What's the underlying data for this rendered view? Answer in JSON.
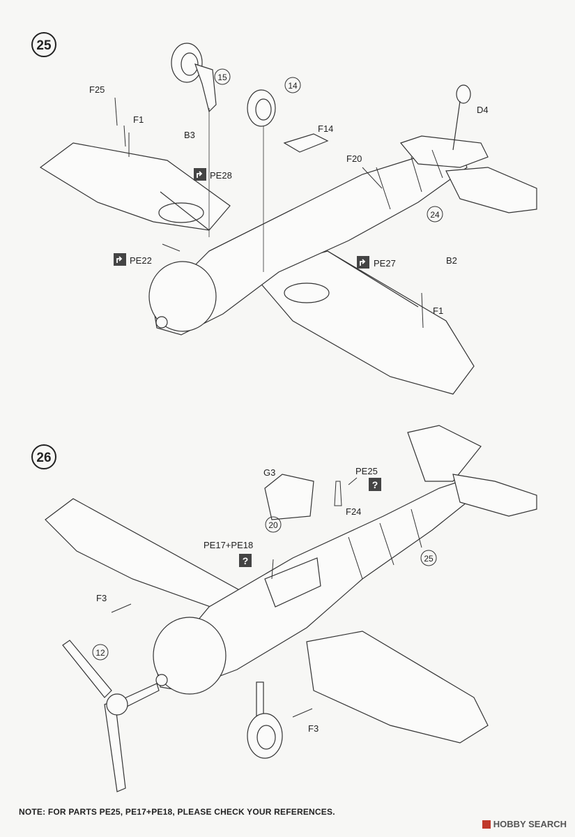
{
  "steps": [
    {
      "number": "25",
      "parts": {
        "f25": "F25",
        "f1_left": "F1",
        "b3": "B3",
        "pe28": "PE28",
        "callout_15": "15",
        "callout_14": "14",
        "f14": "F14",
        "d4": "D4",
        "f20": "F20",
        "callout_24": "24",
        "pe22": "PE22",
        "pe27": "PE27",
        "b2": "B2",
        "f1_right": "F1"
      }
    },
    {
      "number": "26",
      "parts": {
        "g3": "G3",
        "pe25": "PE25",
        "question_1": "?",
        "f24": "F24",
        "callout_20": "20",
        "pe17_pe18": "PE17+PE18",
        "question_2": "?",
        "callout_25": "25",
        "f3_left": "F3",
        "callout_12": "12",
        "f3_bottom": "F3"
      }
    }
  ],
  "note": "NOTE: FOR PARTS PE25, PE17+PE18, PLEASE CHECK YOUR REFERENCES.",
  "watermark": "HOBBY SEARCH"
}
